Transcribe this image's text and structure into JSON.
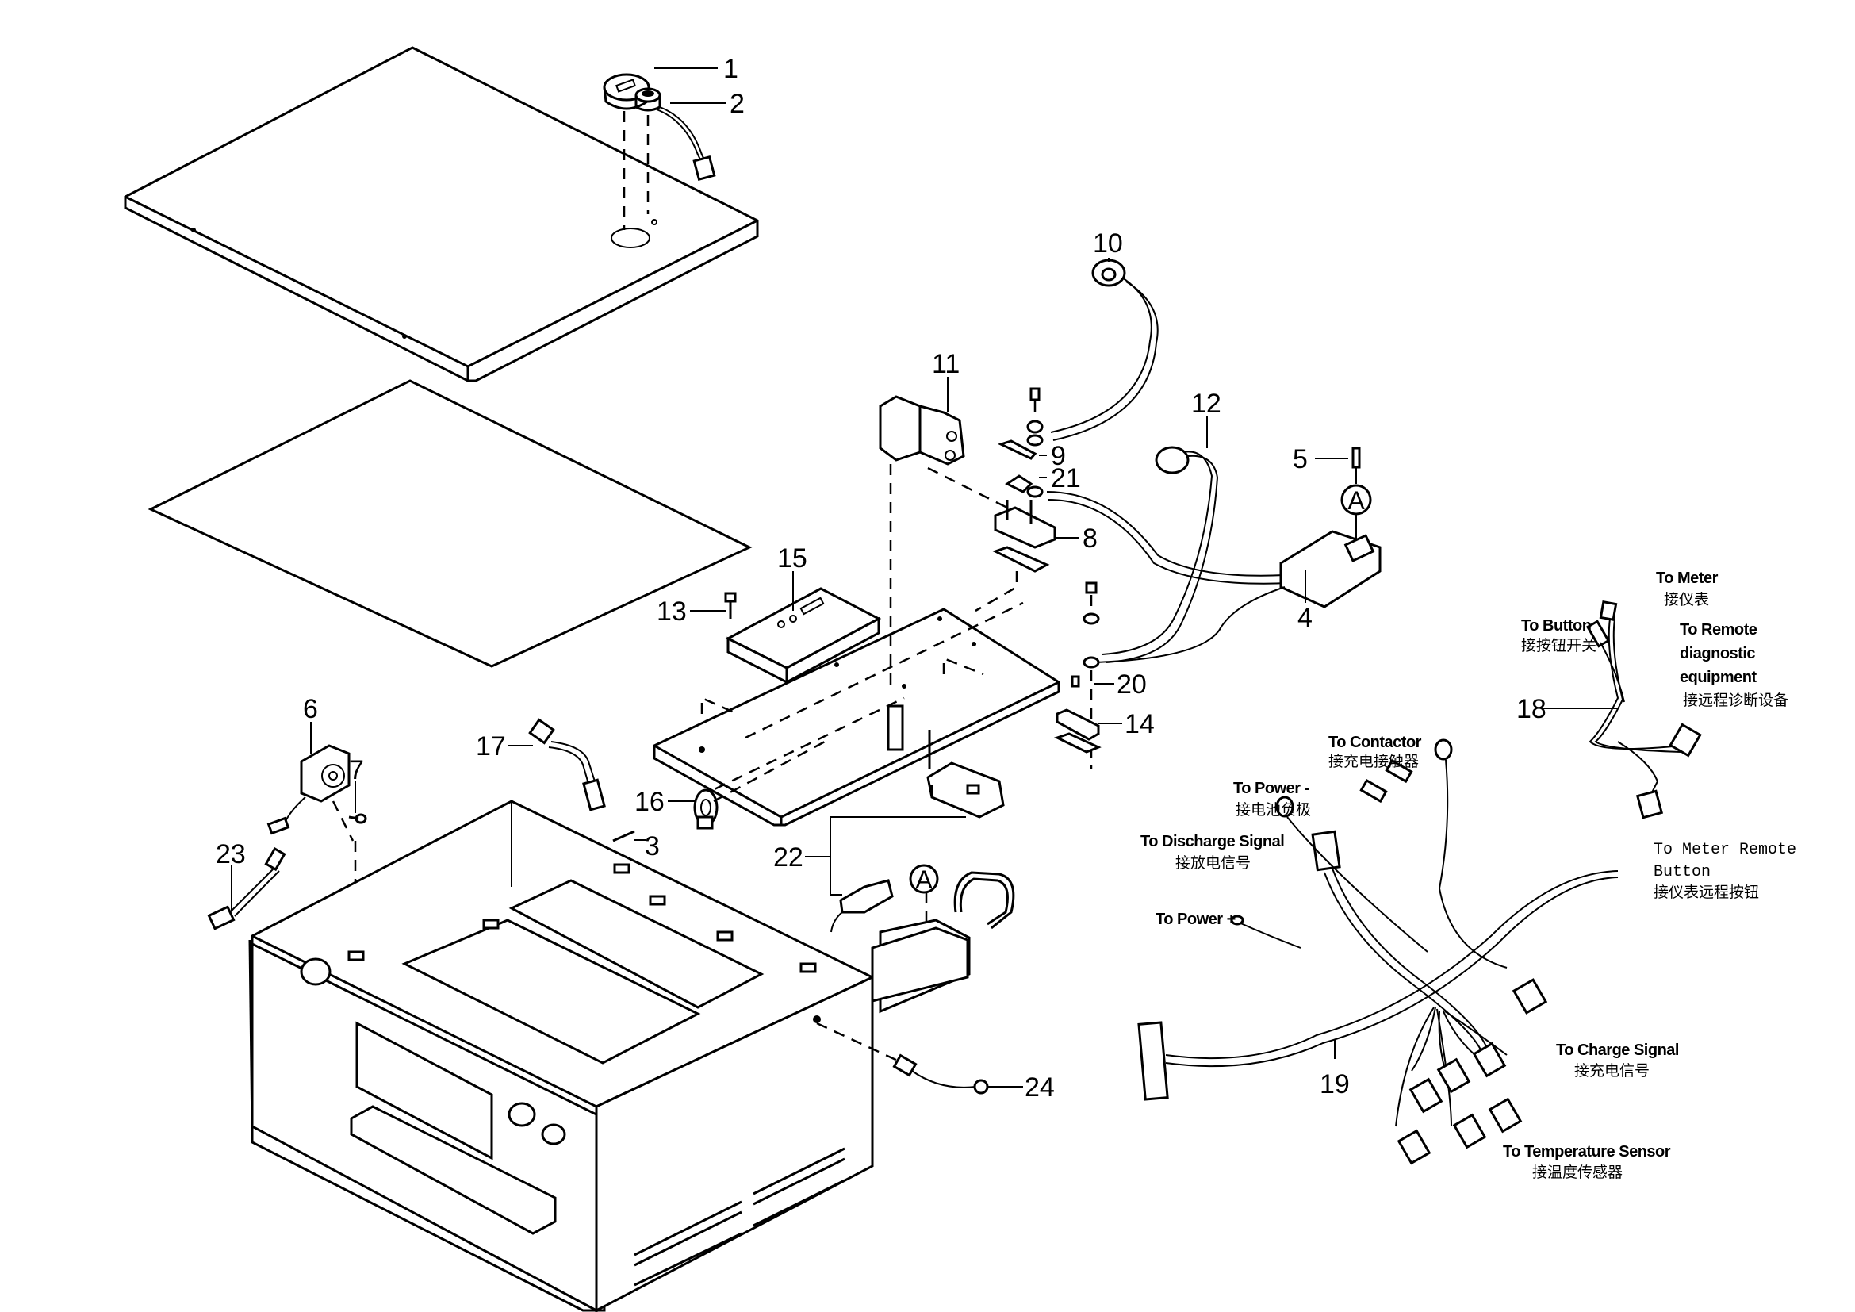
{
  "diagram": {
    "type": "exploded-parts-diagram",
    "callouts": [
      "1",
      "2",
      "3",
      "4",
      "5",
      "6",
      "7",
      "8",
      "9",
      "10",
      "11",
      "12",
      "13",
      "14",
      "15",
      "16",
      "17",
      "18",
      "19",
      "20",
      "21",
      "22",
      "23",
      "24"
    ],
    "reference_marks": [
      "A",
      "A"
    ],
    "harness_18_labels": {
      "to_meter": {
        "en": "To Meter",
        "cn": "接仪表"
      },
      "to_button": {
        "en": "To Button",
        "cn": "接按钮开关"
      },
      "to_remote_diag": {
        "en1": "To Remote",
        "en2": "diagnostic",
        "en3": "equipment",
        "cn": "接远程诊断设备"
      }
    },
    "harness_19_labels": {
      "to_contactor": {
        "en": "To Contactor",
        "cn": "接充电接触器"
      },
      "to_power_neg": {
        "en": "To Power -",
        "cn": "接电池负极"
      },
      "to_discharge": {
        "en": "To Discharge Signal",
        "cn": "接放电信号"
      },
      "to_power_pos": {
        "en": "To Power +"
      },
      "to_meter_remote": {
        "en1": "To Meter Remote",
        "en2": "Button",
        "cn": "接仪表远程按钮"
      },
      "to_charge_signal": {
        "en": "To Charge Signal",
        "cn": "接充电信号"
      },
      "to_temp_sensor": {
        "en": "To Temperature Sensor",
        "cn": "接温度传感器"
      }
    }
  }
}
